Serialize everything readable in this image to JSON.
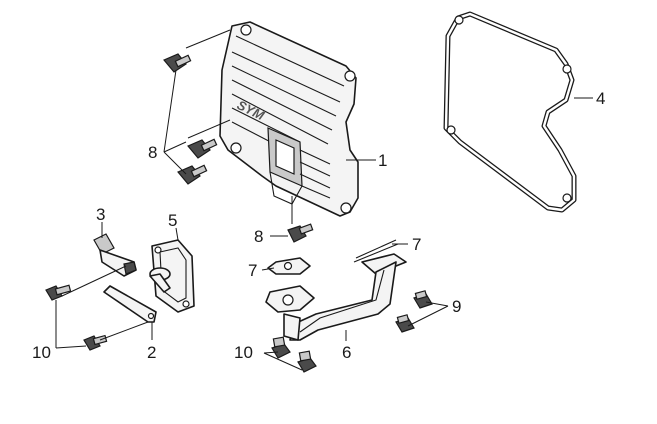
{
  "callouts": {
    "p1": "1",
    "p2": "2",
    "p3": "3",
    "p4": "4",
    "p5": "5",
    "p6": "6",
    "p7a": "7",
    "p7b": "7",
    "p8a": "8",
    "p8b": "8",
    "p9": "9",
    "p10a": "10",
    "p10b": "10"
  },
  "cover_logo": "SYM"
}
